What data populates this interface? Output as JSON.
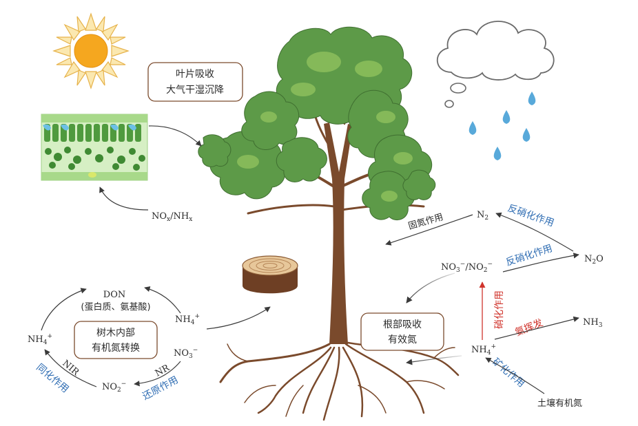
{
  "leaf_box": {
    "line1": "叶片吸收",
    "line2": "大气干湿沉降"
  },
  "internal_box": {
    "line1": "树木内部",
    "line2": "有机氮转换"
  },
  "root_box": {
    "line1": "根部吸收",
    "line2": "有效氮"
  },
  "chemicals": {
    "nox_nhx": {
      "a": "NO",
      "a_sub": "x",
      "b": "/NH",
      "b_sub": "x"
    },
    "n2": {
      "a": "N",
      "a_sub": "2"
    },
    "n2o": {
      "a": "N",
      "a_sub": "2",
      "b": "O"
    },
    "no3_no2": {
      "a": "NO",
      "a_sub": "3",
      "a_sup": "−",
      "b": "/NO",
      "b_sub": "2",
      "b_sup": "−"
    },
    "nh3": {
      "a": "NH",
      "a_sub": "3"
    },
    "nh4_soil": {
      "a": "NH",
      "a_sub": "4",
      "a_sup": "+"
    },
    "nh4_tree": {
      "a": "NH",
      "a_sub": "4",
      "a_sup": "+"
    },
    "nh4_cycle": {
      "a": "NH",
      "a_sub": "4",
      "a_sup": "+"
    },
    "no3_cycle": {
      "a": "NO",
      "a_sub": "3",
      "a_sup": "−"
    },
    "no2_cycle": {
      "a": "NO",
      "a_sub": "2",
      "a_sup": "−"
    },
    "don": "DON",
    "don_desc": "(蛋白质、氨基酸)",
    "soil_organic_n": "土壤有机氮"
  },
  "processes": {
    "fixation": "固氮作用",
    "denitrification_1": "反硝化作用",
    "denitrification_2": "反硝化作用",
    "nitrification": "硝化作用",
    "volatilization": "氨挥发",
    "mineralization": "矿化作用",
    "assimilation": "同化作用",
    "reduction": "还原作用",
    "nir": "NIR",
    "nr": "NR"
  },
  "icons": [
    "sun-icon",
    "cloud-icon",
    "raindrop-icon",
    "tree-icon",
    "stump-icon",
    "leaf-cross-section-icon"
  ],
  "colors": {
    "process_blue": "#2f6db3",
    "process_red": "#d0342c",
    "leaf_green": "#4f8f3c",
    "trunk_brown": "#7a4a2c",
    "sun_orange": "#f2a41f"
  }
}
